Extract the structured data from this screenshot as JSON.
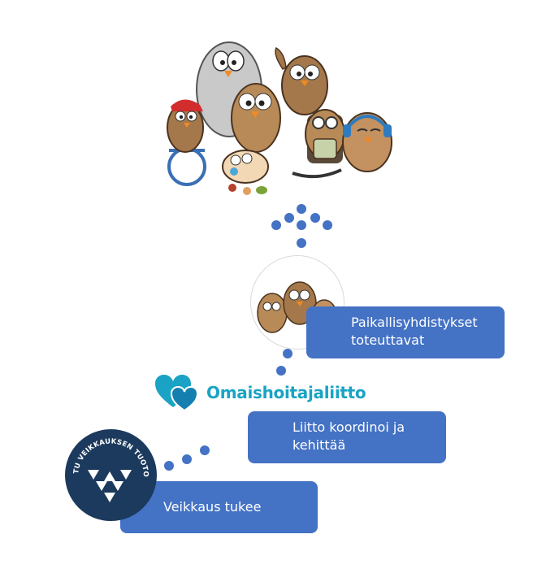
{
  "steps": {
    "local": {
      "label_line1": "Paikallisyhdistykset",
      "label_line2": "toteuttavat"
    },
    "union": {
      "label_line1": "Liitto koordinoi ja",
      "label_line2": "kehittää"
    },
    "funder": {
      "label": "Veikkaus tukee"
    }
  },
  "logo_omaishoitajaliitto": {
    "name": "Omaishoitajaliitto",
    "icon": "heart-logo-icon",
    "color": "#1aa3c4"
  },
  "logo_veikkaus": {
    "seal_text": "TUETTU VEIKKAUKSEN TUOTOILLA",
    "icon": "veikkaus-triangles-icon",
    "color": "#1c3a5e"
  },
  "colors": {
    "accent": "#4472c4"
  }
}
